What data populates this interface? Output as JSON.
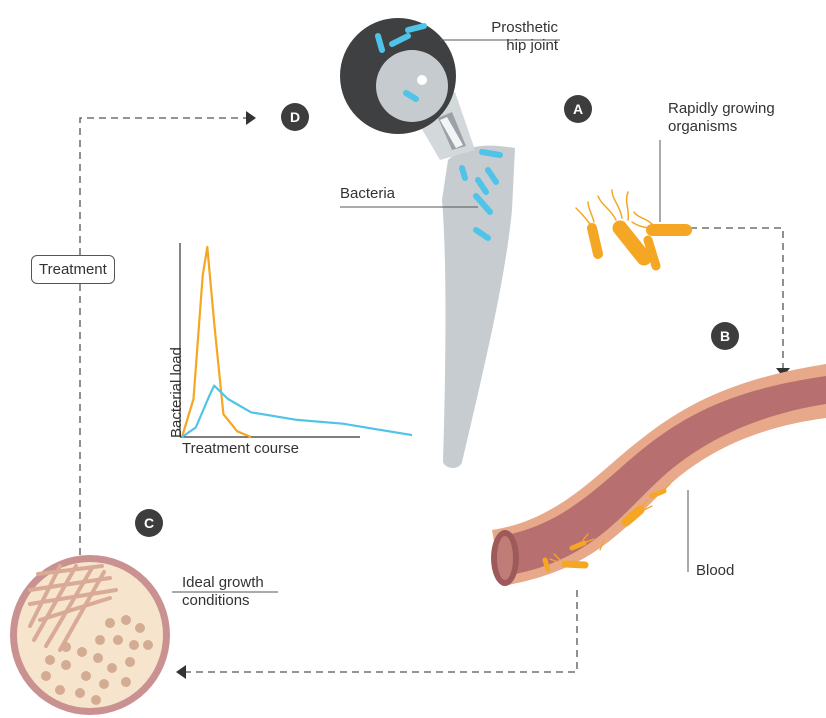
{
  "labels": {
    "prosthetic_line1": "Prosthetic",
    "prosthetic_line2": "hip joint",
    "bacteria": "Bacteria",
    "rapid_line1": "Rapidly growing",
    "rapid_line2": "organisms",
    "blood": "Blood",
    "ideal_line1": "Ideal growth",
    "ideal_line2": "conditions",
    "treatment": "Treatment"
  },
  "badges": {
    "a": "A",
    "b": "B",
    "c": "C",
    "d": "D"
  },
  "colors": {
    "orange": "#f5a623",
    "blue": "#4fc3e8",
    "steel": "#c5cbcf",
    "dark_cup": "#3f4042",
    "vessel": "#b86f6f",
    "vessel_edge": "#e7a98a",
    "dish_fill": "#f6e5cc",
    "dish_rim": "#c99190",
    "dots": "#cfaa8f"
  },
  "chart_data": {
    "type": "line",
    "xlabel": "Treatment course",
    "ylabel": "Bacterial load",
    "series": [
      {
        "color": "#f5a623",
        "x": [
          0,
          0.05,
          0.09,
          0.11,
          0.14,
          0.18,
          0.24,
          0.3
        ],
        "y": [
          0,
          0.2,
          0.85,
          1.0,
          0.6,
          0.12,
          0.03,
          0.0
        ]
      },
      {
        "color": "#4fc3e8",
        "x": [
          0,
          0.06,
          0.12,
          0.14,
          0.2,
          0.3,
          0.5,
          0.7,
          0.85,
          1.0
        ],
        "y": [
          0,
          0.05,
          0.22,
          0.27,
          0.2,
          0.13,
          0.09,
          0.07,
          0.04,
          0.01
        ]
      }
    ]
  }
}
